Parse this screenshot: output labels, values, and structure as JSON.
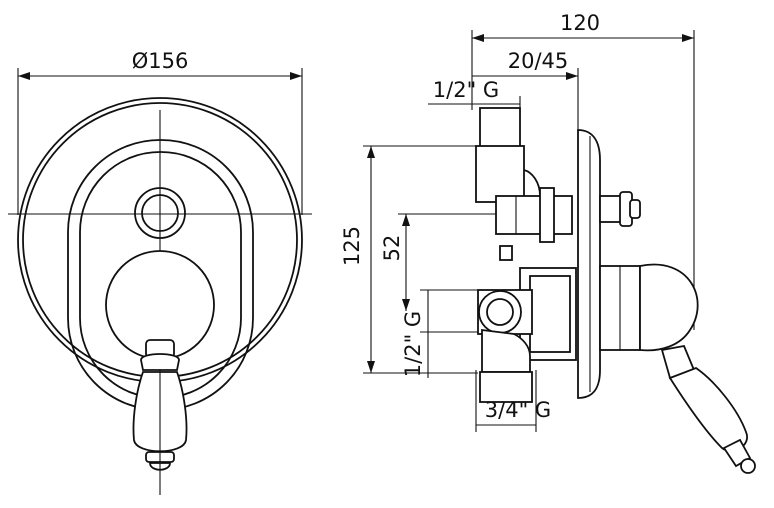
{
  "dimensions": {
    "diameter": "Ø156",
    "total_depth": "120",
    "adjust_range": "20/45",
    "height": "125",
    "offset": "52",
    "inlet_top": "1/2\" G",
    "inlet_side": "1/2\" G",
    "outlet_bottom": "3/4\" G"
  }
}
